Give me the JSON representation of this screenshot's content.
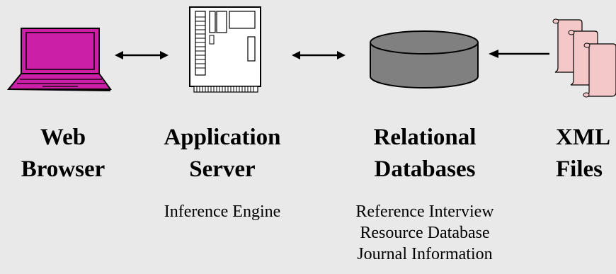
{
  "nodes": [
    {
      "id": "browser",
      "title_line1": "Web",
      "title_line2": "Browser",
      "details": []
    },
    {
      "id": "appserver",
      "title_line1": "Application",
      "title_line2": "Server",
      "details": [
        "Inference Engine"
      ]
    },
    {
      "id": "database",
      "title_line1": "Relational",
      "title_line2": "Databases",
      "details": [
        "Reference Interview",
        "Resource Database",
        "Journal Information"
      ]
    },
    {
      "id": "xml",
      "title_line1": "XML",
      "title_line2": "Files",
      "details": []
    }
  ],
  "connections": [
    {
      "from": "browser",
      "to": "appserver",
      "direction": "both"
    },
    {
      "from": "appserver",
      "to": "database",
      "direction": "both"
    },
    {
      "from": "xml",
      "to": "database",
      "direction": "forward"
    }
  ],
  "colors": {
    "background": "#e9e9e9",
    "laptop": "#cc1fa8",
    "database": "#808080",
    "scroll": "#f4c8c8",
    "server": "#ffffff"
  },
  "icons": [
    "laptop-icon",
    "server-icon",
    "database-cylinder-icon",
    "document-scrolls-icon"
  ]
}
